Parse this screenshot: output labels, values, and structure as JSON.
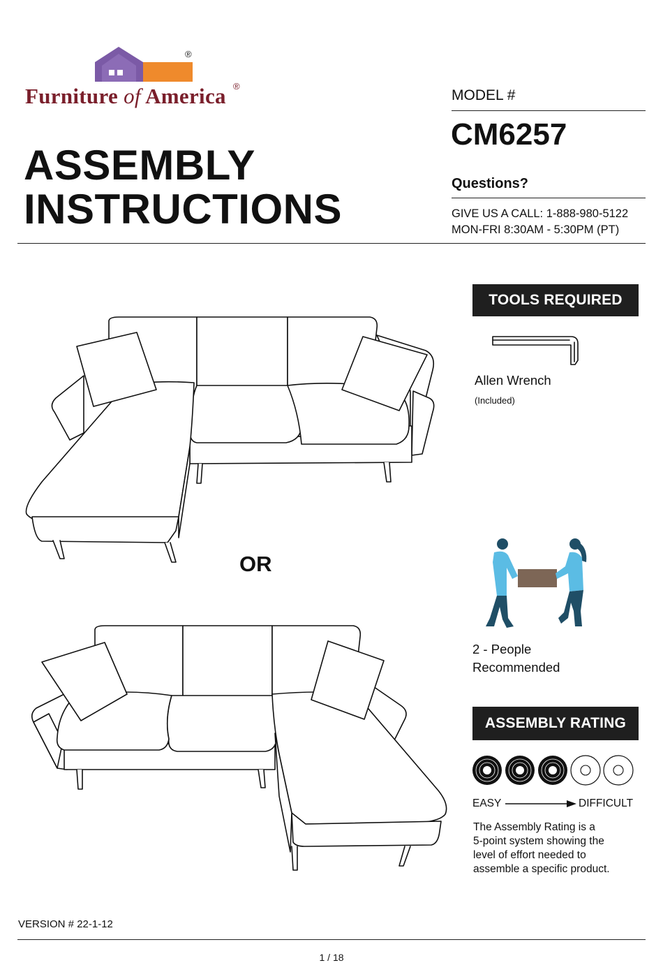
{
  "brand": {
    "name_part1": "Furniture ",
    "name_of": "of",
    "name_part2": " America",
    "reg_mark": "®"
  },
  "title": {
    "line1": "ASSEMBLY",
    "line2": "INSTRUCTIONS"
  },
  "model": {
    "label": "MODEL #",
    "number": "CM6257"
  },
  "contact": {
    "questions": "Questions?",
    "call": "GIVE US A CALL: 1-888-980-5122",
    "hours": "MON-FRI  8:30AM - 5:30PM (PT)"
  },
  "tools": {
    "header": "TOOLS REQUIRED",
    "tool_name": "Allen Wrench",
    "tool_note": "(Included)",
    "icon": "allen-wrench-icon"
  },
  "or_label": "OR",
  "people": {
    "line1": "2 - People",
    "line2": "Recommended",
    "icon": "two-people-carrying-box"
  },
  "rating": {
    "header": "ASSEMBLY RATING",
    "value": 3,
    "max": 5,
    "easy": "EASY",
    "difficult": "DIFFICULT",
    "description": [
      "The Assembly Rating is a",
      "5-point system showing the",
      "level of effort needed to",
      "assemble a specific product."
    ]
  },
  "footer": {
    "version": "VERSION # 22-1-12",
    "page": "1 / 18"
  },
  "colors": {
    "brand_red": "#7a1f2b",
    "logo_purple": "#7b5aa6",
    "logo_orange": "#ef8a2c",
    "badge_black": "#1f1f1f",
    "box_brown": "#7d6656",
    "person_blue": "#5bbce4",
    "person_navy": "#1f4e66"
  }
}
